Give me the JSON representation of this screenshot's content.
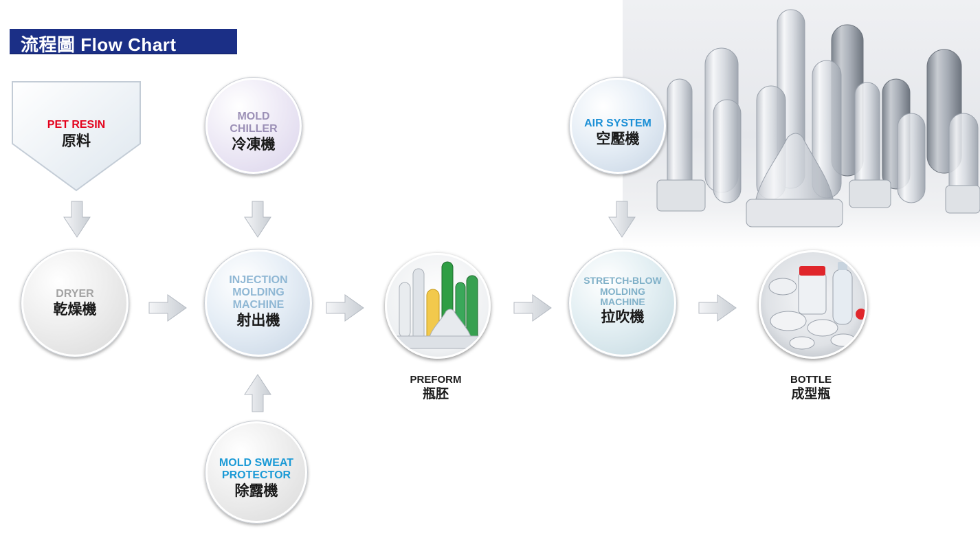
{
  "header": {
    "title": "流程圖  Flow Chart"
  },
  "nodes": {
    "pet_resin": {
      "en": "PET RESIN",
      "zh": "原料",
      "color": "#e3001b"
    },
    "mold_chiller": {
      "en1": "MOLD",
      "en2": "CHILLER",
      "zh": "冷凍機",
      "color": "#9b8fb6"
    },
    "air_system": {
      "en": "AIR SYSTEM",
      "zh": "空壓機",
      "color": "#1b8fd6"
    },
    "dryer": {
      "en": "DRYER",
      "zh": "乾燥機",
      "color": "#a3a3a3"
    },
    "injection": {
      "en1": "INJECTION",
      "en2": "MOLDING",
      "en3": "MACHINE",
      "zh": "射出機",
      "color": "#8fb7d4"
    },
    "stretch_blow": {
      "en1": "STRETCH-BLOW",
      "en2": "MOLDING",
      "en3": "MACHINE",
      "zh": "拉吹機",
      "color": "#7fb0c8"
    },
    "mold_sweat": {
      "en1": "MOLD SWEAT",
      "en2": "PROTECTOR",
      "zh": "除露機",
      "color": "#1b9ad6"
    },
    "preform": {
      "en": "PREFORM",
      "zh": "瓶胚"
    },
    "bottle": {
      "en": "BOTTLE",
      "zh": "成型瓶"
    }
  }
}
